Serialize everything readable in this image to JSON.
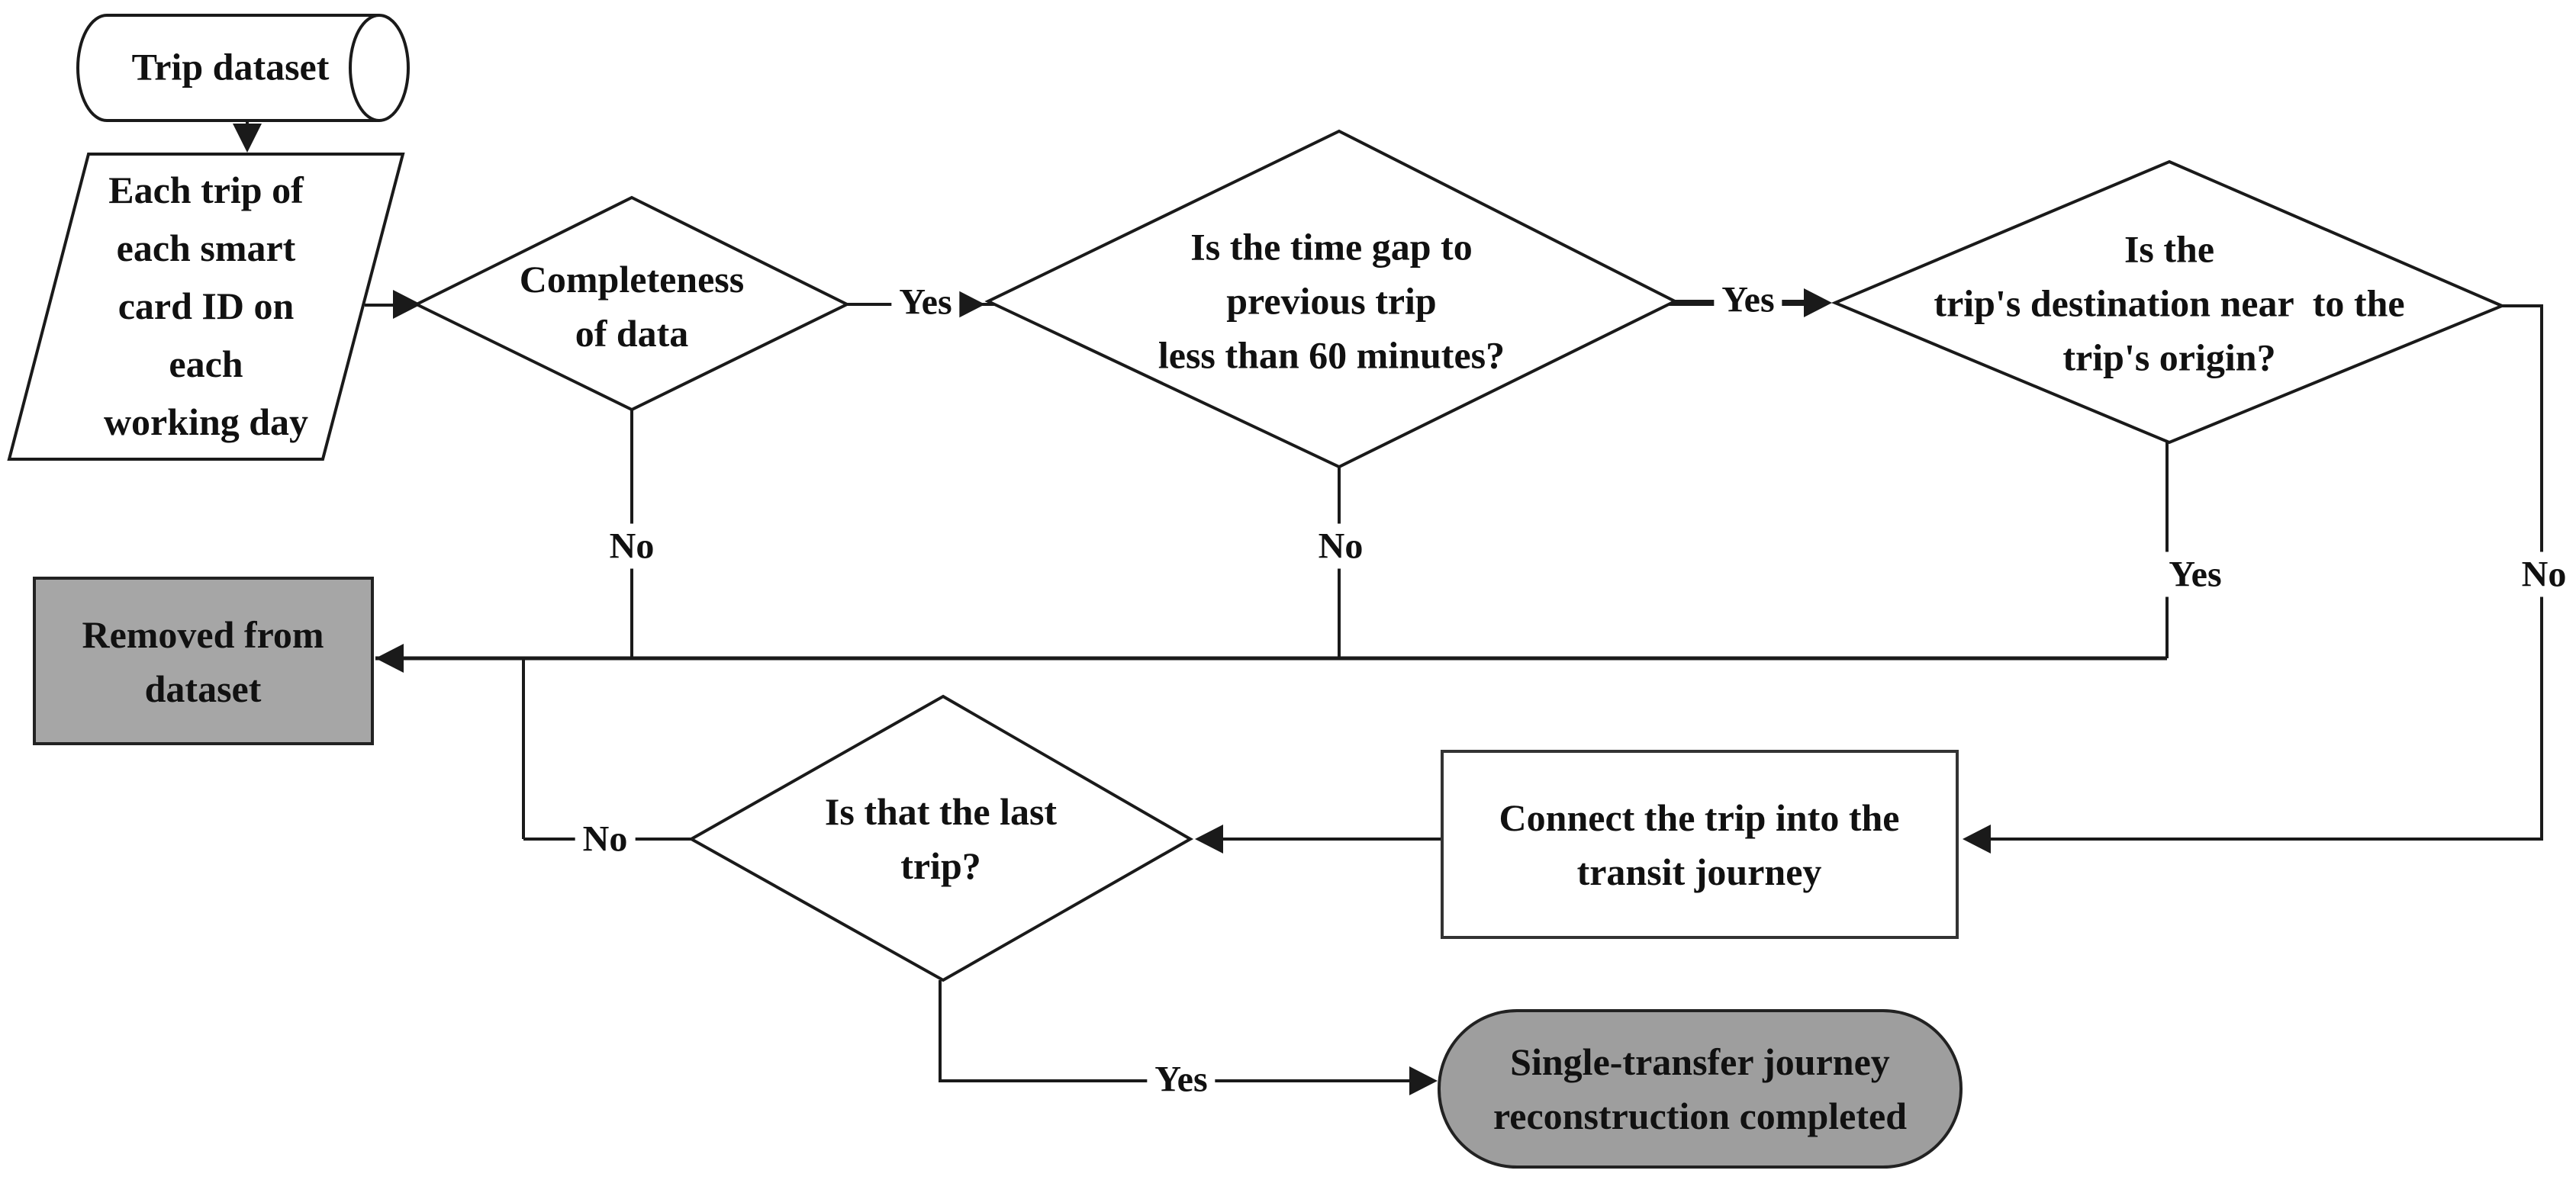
{
  "figure": {
    "title": "Single-transfer transit journey reconstruction flowchart",
    "background_color": "#ffffff",
    "line_color": "#1a1a1a",
    "gray_fill": "#a6a6a6",
    "stadium_fill": "#9e9e9e",
    "white_fill": "#ffffff"
  },
  "nodes": {
    "trip_dataset": {
      "shape": "stored-data-cylinder",
      "label": "Trip dataset"
    },
    "each_trip": {
      "shape": "parallelogram",
      "label": "Each trip of\neach smart\ncard ID on\neach\nworking day"
    },
    "completeness": {
      "shape": "decision-diamond",
      "label": "Completeness\nof data"
    },
    "time_gap": {
      "shape": "decision-diamond",
      "label": "Is the time gap to\nprevious trip\nless than 60 minutes?"
    },
    "destination_near": {
      "shape": "decision-diamond",
      "label": "Is the\ntrip's destination near  to the\ntrip's origin?"
    },
    "removed": {
      "shape": "process-rectangle",
      "label": "Removed from\ndataset"
    },
    "last_trip": {
      "shape": "decision-diamond",
      "label": "Is that the last\ntrip?"
    },
    "connect_trip": {
      "shape": "process-rectangle",
      "label": "Connect the trip into the\ntransit journey"
    },
    "completed": {
      "shape": "terminator-stadium",
      "label": "Single-transfer journey\nreconstruction completed"
    }
  },
  "edges": {
    "completeness_yes": {
      "label": "Yes",
      "from": "completeness",
      "to": "time_gap"
    },
    "completeness_no": {
      "label": "No",
      "from": "completeness",
      "to": "removed"
    },
    "time_gap_yes": {
      "label": "Yes",
      "from": "time_gap",
      "to": "destination_near"
    },
    "time_gap_no": {
      "label": "No",
      "from": "time_gap",
      "to": "removed"
    },
    "destination_yes": {
      "label": "Yes",
      "from": "destination_near",
      "to": "removed"
    },
    "destination_no": {
      "label": "No",
      "from": "destination_near",
      "to": "connect_trip"
    },
    "last_trip_no": {
      "label": "No",
      "from": "last_trip",
      "to": "removed"
    },
    "last_trip_yes": {
      "label": "Yes",
      "from": "last_trip",
      "to": "completed"
    }
  }
}
